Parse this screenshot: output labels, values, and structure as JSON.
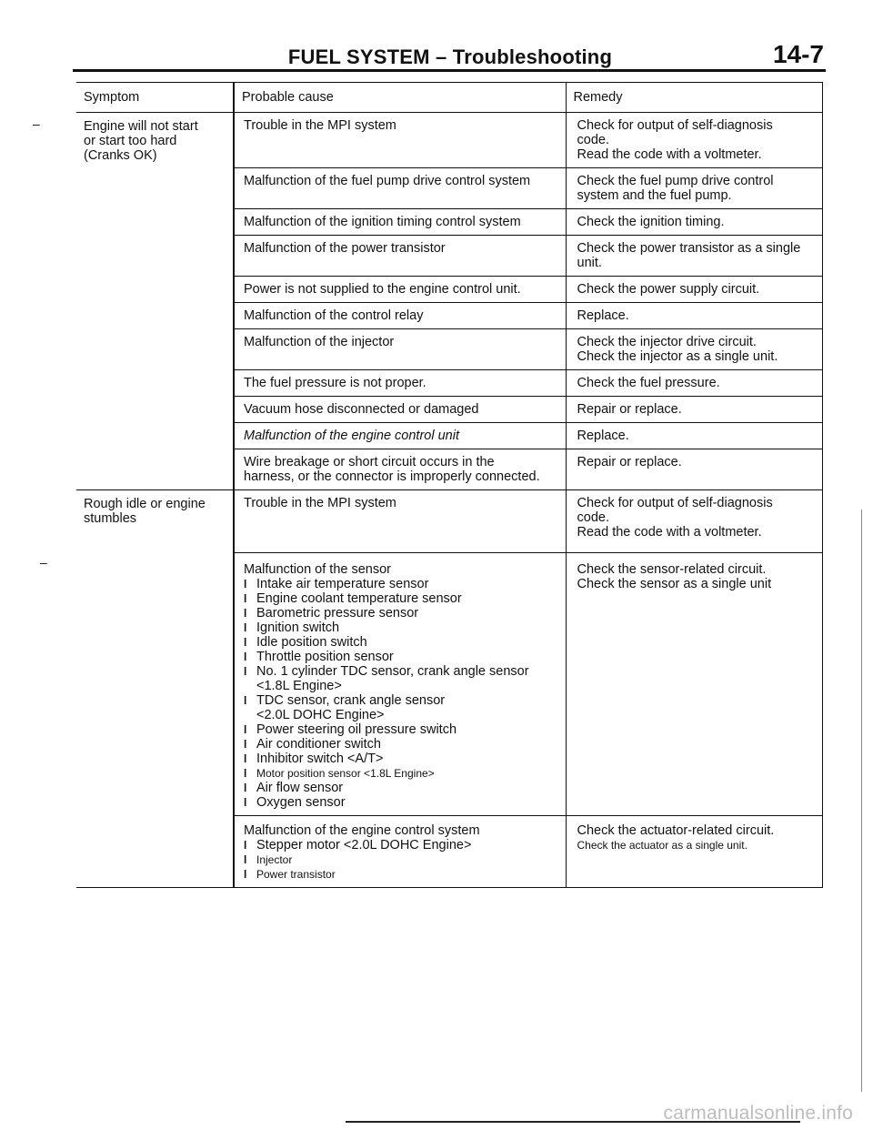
{
  "header": {
    "title": "FUEL SYSTEM – Troubleshooting",
    "page_number": "14-7"
  },
  "table": {
    "columns": [
      "Symptom",
      "Probable cause",
      "Remedy"
    ],
    "groups": [
      {
        "symptom_lines": [
          "Engine will not start",
          "or start too hard",
          "(Cranks OK)"
        ],
        "rows": [
          {
            "cause_lines": [
              "Trouble in the MPI system"
            ],
            "remedy_lines": [
              "Check for output of self-diagnosis",
              "code.",
              "Read the code with a voltmeter."
            ]
          },
          {
            "cause_lines": [
              "Malfunction of the fuel pump drive control system"
            ],
            "remedy_lines": [
              "Check the fuel pump drive control",
              "system and the fuel pump."
            ]
          },
          {
            "cause_lines": [
              "Malfunction of the ignition timing control system"
            ],
            "remedy_lines": [
              "Check the ignition timing."
            ]
          },
          {
            "cause_lines": [
              "Malfunction of the power transistor"
            ],
            "remedy_lines": [
              "Check the power transistor as a single",
              "unit."
            ]
          },
          {
            "cause_lines": [
              "Power is not supplied to the engine control unit."
            ],
            "remedy_lines": [
              "Check the power supply circuit."
            ]
          },
          {
            "cause_lines": [
              "Malfunction of the control relay"
            ],
            "remedy_lines": [
              "Replace."
            ]
          },
          {
            "cause_lines": [
              "Malfunction of the injector"
            ],
            "remedy_lines": [
              "Check the injector drive circuit.",
              "Check the injector as a single unit."
            ]
          },
          {
            "cause_lines": [
              "The fuel pressure is not proper."
            ],
            "remedy_lines": [
              "Check the fuel pressure."
            ]
          },
          {
            "cause_lines": [
              "Vacuum hose disconnected or damaged"
            ],
            "remedy_lines": [
              "Repair or replace."
            ]
          },
          {
            "cause_lines": [
              "Malfunction of the engine control unit"
            ],
            "remedy_lines": [
              "Replace."
            ]
          },
          {
            "cause_lines": [
              "Wire breakage or short circuit occurs in the",
              "harness, or the connector is improperly connected."
            ],
            "remedy_lines": [
              "Repair or replace."
            ]
          }
        ]
      },
      {
        "symptom_lines": [
          "Rough idle or engine",
          "stumbles"
        ],
        "rows": [
          {
            "cause_lines": [
              "Trouble in the MPI system"
            ],
            "remedy_lines": [
              "Check for output of self-diagnosis",
              "code.",
              "Read the code with a voltmeter."
            ]
          },
          {
            "cause_lines": [
              "Malfunction of the sensor"
            ],
            "cause_bullets": [
              "Intake air temperature sensor",
              "Engine coolant temperature sensor",
              "Barometric pressure sensor",
              "Ignition switch",
              "Idle position switch",
              "Throttle position sensor",
              "No. 1 cylinder TDC sensor, crank angle sensor",
              "<1.8L Engine>",
              "TDC sensor, crank angle sensor",
              "<2.0L DOHC Engine>",
              "Power steering oil pressure switch",
              "Air conditioner switch",
              "Inhibitor switch <A/T>",
              "Motor position sensor <1.8L Engine>",
              "Air flow sensor",
              "Oxygen sensor"
            ],
            "remedy_lines": [
              "Check the sensor-related circuit.",
              "Check the sensor as a single unit"
            ]
          },
          {
            "cause_lines": [
              "Malfunction of the engine control system"
            ],
            "cause_bullets": [
              "Stepper motor <2.0L DOHC Engine>",
              "Injector",
              "Power transistor"
            ],
            "remedy_lines": [
              "Check the actuator-related circuit.",
              "Check the actuator as a single unit."
            ]
          }
        ]
      }
    ]
  },
  "watermark": "carmanualsonline.info"
}
